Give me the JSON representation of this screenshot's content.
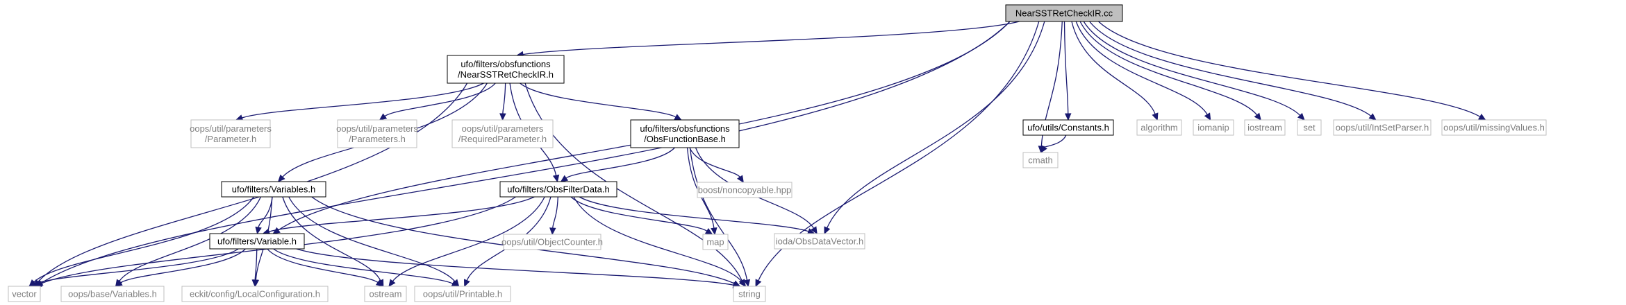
{
  "nodes": [
    {
      "id": "root",
      "label": [
        "NearSSTRetCheckIR.cc"
      ],
      "style": "root"
    },
    {
      "id": "nearh",
      "label": [
        "ufo/filters/obsfunctions",
        "/NearSSTRetCheckIR.h"
      ],
      "style": "black"
    },
    {
      "id": "vector",
      "label": [
        "vector"
      ],
      "style": "gray"
    },
    {
      "id": "variableh",
      "label": [
        "ufo/filters/Variable.h"
      ],
      "style": "black"
    },
    {
      "id": "constants",
      "label": [
        "ufo/utils/Constants.h"
      ],
      "style": "black"
    },
    {
      "id": "cmath",
      "label": [
        "cmath"
      ],
      "style": "gray"
    },
    {
      "id": "algorithm",
      "label": [
        "algorithm"
      ],
      "style": "gray"
    },
    {
      "id": "iomanip",
      "label": [
        "iomanip"
      ],
      "style": "gray"
    },
    {
      "id": "iostream",
      "label": [
        "iostream"
      ],
      "style": "gray"
    },
    {
      "id": "set",
      "label": [
        "set"
      ],
      "style": "gray"
    },
    {
      "id": "intset",
      "label": [
        "oops/util/IntSetParser.h"
      ],
      "style": "gray"
    },
    {
      "id": "missing",
      "label": [
        "oops/util/missingValues.h"
      ],
      "style": "gray"
    },
    {
      "id": "string",
      "label": [
        "string"
      ],
      "style": "gray"
    },
    {
      "id": "iodaodv",
      "label": [
        "ioda/ObsDataVector.h"
      ],
      "style": "gray"
    },
    {
      "id": "parameter",
      "label": [
        "oops/util/parameters",
        "/Parameter.h"
      ],
      "style": "gray"
    },
    {
      "id": "parameters",
      "label": [
        "oops/util/parameters",
        "/Parameters.h"
      ],
      "style": "gray"
    },
    {
      "id": "reqparam",
      "label": [
        "oops/util/parameters",
        "/RequiredParameter.h"
      ],
      "style": "gray"
    },
    {
      "id": "ofbase",
      "label": [
        "ufo/filters/obsfunctions",
        "/ObsFunctionBase.h"
      ],
      "style": "black"
    },
    {
      "id": "variablesh",
      "label": [
        "ufo/filters/Variables.h"
      ],
      "style": "black"
    },
    {
      "id": "ofdata",
      "label": [
        "ufo/filters/ObsFilterData.h"
      ],
      "style": "black"
    },
    {
      "id": "noncopy",
      "label": [
        "boost/noncopyable.hpp"
      ],
      "style": "gray"
    },
    {
      "id": "objcounter",
      "label": [
        "oops/util/ObjectCounter.h"
      ],
      "style": "gray"
    },
    {
      "id": "map",
      "label": [
        "map"
      ],
      "style": "gray"
    },
    {
      "id": "oopsvars",
      "label": [
        "oops/base/Variables.h"
      ],
      "style": "gray"
    },
    {
      "id": "localconf",
      "label": [
        "eckit/config/LocalConfiguration.h"
      ],
      "style": "gray"
    },
    {
      "id": "ostream",
      "label": [
        "ostream"
      ],
      "style": "gray"
    },
    {
      "id": "printable",
      "label": [
        "oops/util/Printable.h"
      ],
      "style": "gray"
    }
  ],
  "edges": [
    [
      "root",
      "nearh"
    ],
    [
      "root",
      "vector"
    ],
    [
      "root",
      "variableh"
    ],
    [
      "root",
      "constants"
    ],
    [
      "root",
      "cmath"
    ],
    [
      "root",
      "algorithm"
    ],
    [
      "root",
      "iomanip"
    ],
    [
      "root",
      "iostream"
    ],
    [
      "root",
      "set"
    ],
    [
      "root",
      "intset"
    ],
    [
      "root",
      "missing"
    ],
    [
      "root",
      "string"
    ],
    [
      "root",
      "iodaodv"
    ],
    [
      "constants",
      "cmath"
    ],
    [
      "nearh",
      "vector"
    ],
    [
      "nearh",
      "parameter"
    ],
    [
      "nearh",
      "parameters"
    ],
    [
      "nearh",
      "reqparam"
    ],
    [
      "nearh",
      "ofbase"
    ],
    [
      "nearh",
      "variablesh"
    ],
    [
      "nearh",
      "ofdata"
    ],
    [
      "nearh",
      "string"
    ],
    [
      "ofbase",
      "ofdata"
    ],
    [
      "ofbase",
      "noncopy"
    ],
    [
      "ofbase",
      "map"
    ],
    [
      "ofbase",
      "iodaodv"
    ],
    [
      "ofbase",
      "string"
    ],
    [
      "variablesh",
      "variableh"
    ],
    [
      "variablesh",
      "vector"
    ],
    [
      "variablesh",
      "oopsvars"
    ],
    [
      "variablesh",
      "localconf"
    ],
    [
      "variablesh",
      "ostream"
    ],
    [
      "variablesh",
      "printable"
    ],
    [
      "variablesh",
      "string"
    ],
    [
      "ofdata",
      "variableh"
    ],
    [
      "ofdata",
      "vector"
    ],
    [
      "ofdata",
      "objcounter"
    ],
    [
      "ofdata",
      "map"
    ],
    [
      "ofdata",
      "iodaodv"
    ],
    [
      "ofdata",
      "string"
    ],
    [
      "ofdata",
      "ostream"
    ],
    [
      "ofdata",
      "printable"
    ],
    [
      "variableh",
      "vector"
    ],
    [
      "variableh",
      "oopsvars"
    ],
    [
      "variableh",
      "localconf"
    ],
    [
      "variableh",
      "ostream"
    ],
    [
      "variableh",
      "printable"
    ],
    [
      "variableh",
      "string"
    ]
  ]
}
